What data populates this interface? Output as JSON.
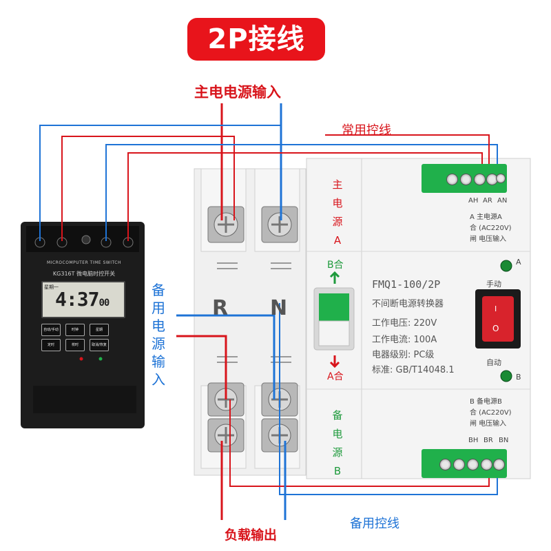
{
  "title": "2P接线",
  "labels": {
    "main_power_input": "主电电源输入",
    "common_control_wire": "常用控线",
    "backup_power_input": "备用电源输入",
    "backup_control_wire": "备用控线",
    "load_output": "负载输出"
  },
  "timer": {
    "brand": "MICROCOMPUTER TIME SWITCH",
    "model": "KG316T 微电脑时控开关",
    "day": "星期一",
    "time": "4:37",
    "seconds": "00",
    "buttons": [
      "自动/手动",
      "时钟",
      "星期",
      "定时",
      "校时",
      "取消/恢复"
    ]
  },
  "ats": {
    "terminal_r": "R",
    "terminal_n": "N",
    "main_panel": "主电源A",
    "main_panel_chars": [
      "主",
      "电",
      "源",
      "A"
    ],
    "backup_panel_chars": [
      "备",
      "电",
      "源",
      "B"
    ],
    "lever_a": "B合",
    "lever_b": "A合",
    "model": "FMQ1-100/2P",
    "name": "不间断电源转换器",
    "specs": [
      "工作电压: 220V",
      "工作电流: 100A",
      "电器级别: PC级",
      "标准: GB/T14048.1"
    ],
    "top_terminal_labels": [
      "AH",
      "AR",
      "AN"
    ],
    "top_terminal_desc": [
      "A  主电源A",
      "合  (AC220V)",
      "闸  电压输入"
    ],
    "bottom_terminal_labels": [
      "BH",
      "BR",
      "BN"
    ],
    "bottom_terminal_desc": [
      "B  备电源B",
      "合  (AC220V)",
      "闸  电压输入"
    ],
    "manual": "手动",
    "auto": "自动",
    "switch_on": "I",
    "switch_off": "O",
    "led_a": "A",
    "led_b": "B"
  },
  "colors": {
    "red": "#d8141b",
    "blue": "#1e73d6",
    "green": "#20b04b"
  }
}
